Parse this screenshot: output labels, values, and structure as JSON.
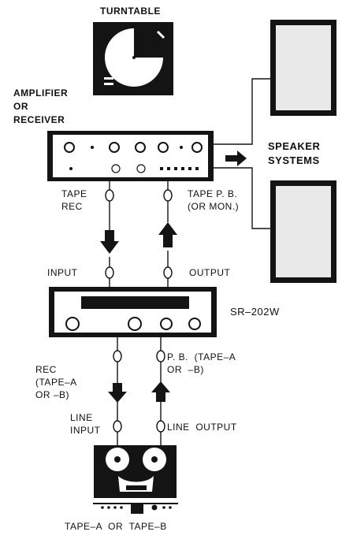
{
  "colors": {
    "ink": "#141414",
    "speaker_fill": "#e9e9e9",
    "paper": "#ffffff"
  },
  "labels": {
    "turntable": "TURNTABLE",
    "amplifier": "AMPLIFIER\nOR\nRECEIVER",
    "speaker_systems": "SPEAKER\nSYSTEMS",
    "tape_rec": "TAPE\nREC",
    "tape_pb": "TAPE P. B.\n(OR MON.)",
    "input": "INPUT",
    "output": "OUTPUT",
    "model": "SR–202W",
    "rec_tape": "REC\n(TAPE–A\nOR –B)",
    "pb_tape": "P. B.  (TAPE–A\nOR  –B)",
    "line_input": "LINE\nINPUT",
    "line_output": "LINE  OUTPUT",
    "tape_deck": "TAPE–A  OR  TAPE–B"
  }
}
